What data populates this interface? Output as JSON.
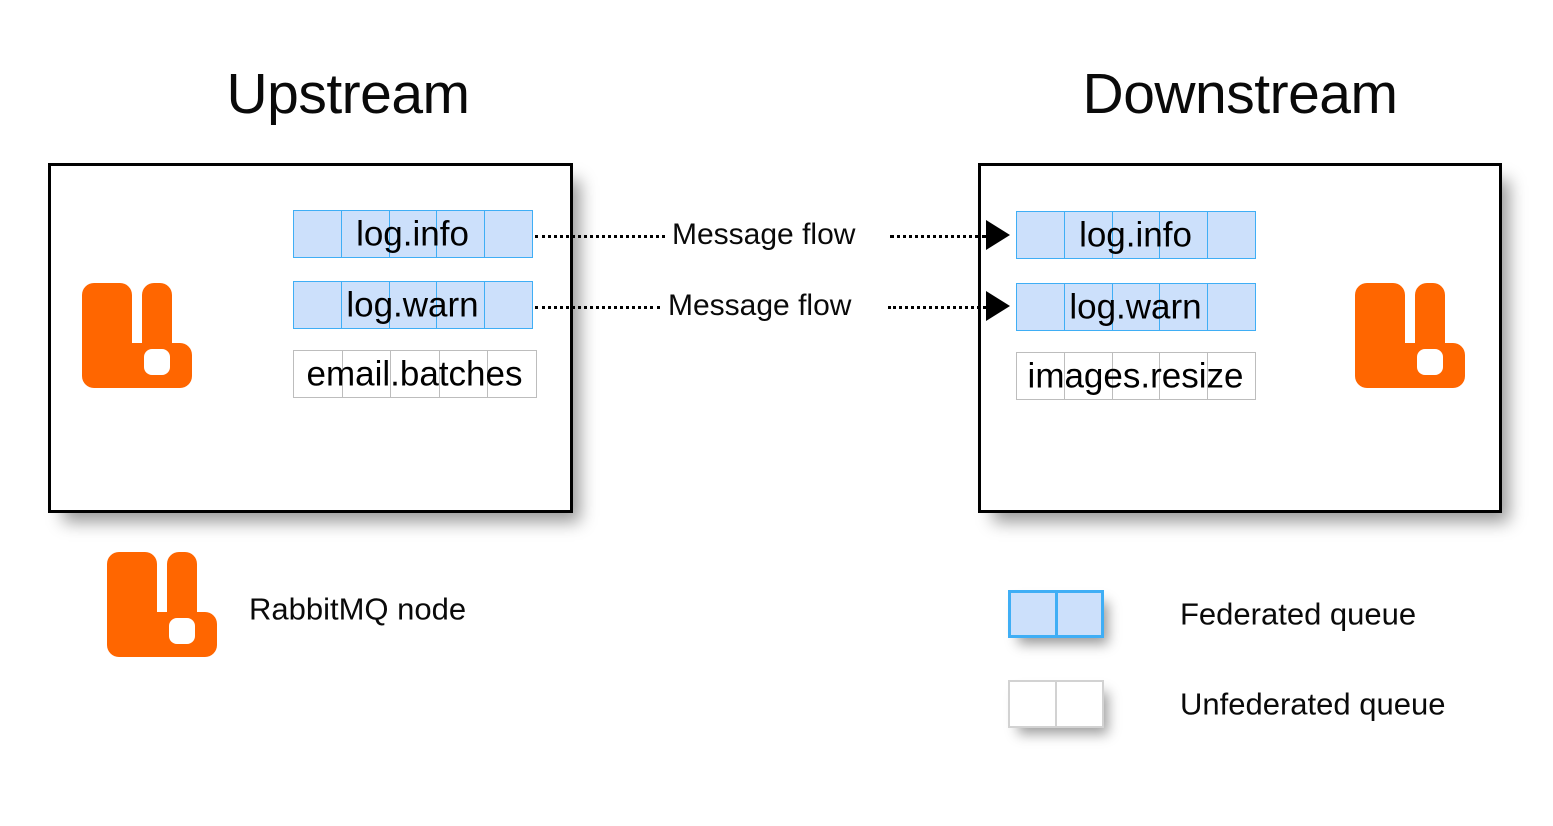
{
  "diagram": {
    "headings": {
      "upstream": "Upstream",
      "downstream": "Downstream"
    },
    "colors": {
      "rabbitmq_orange": "#ff6600",
      "federated_fill": "#cce0fb",
      "federated_border": "#3faef5",
      "unfederated_fill": "#ffffff",
      "unfederated_border": "#bdbdbd",
      "box_border": "#000000",
      "text": "#000000"
    },
    "upstream_node": {
      "logo_icon": "rabbitmq-logo-icon",
      "queues": [
        {
          "name": "log.info",
          "type": "federated",
          "cells": 5
        },
        {
          "name": "log.warn",
          "type": "federated",
          "cells": 5
        },
        {
          "name": "email.batches",
          "type": "unfederated",
          "cells": 5
        }
      ]
    },
    "downstream_node": {
      "logo_icon": "rabbitmq-logo-icon",
      "queues": [
        {
          "name": "log.info",
          "type": "federated",
          "cells": 5
        },
        {
          "name": "log.warn",
          "type": "federated",
          "cells": 5
        },
        {
          "name": "images.resize",
          "type": "unfederated",
          "cells": 5
        }
      ]
    },
    "flows": [
      {
        "label": "Message flow",
        "from_queue": "log.info",
        "to_queue": "log.info",
        "arrow_icon": "arrow-right-icon"
      },
      {
        "label": "Message flow",
        "from_queue": "log.warn",
        "to_queue": "log.warn",
        "arrow_icon": "arrow-right-icon"
      }
    ],
    "legend": [
      {
        "label": "RabbitMQ node",
        "swatch": "rabbitmq-logo-icon"
      },
      {
        "label": "Federated queue",
        "swatch": "federated-queue-swatch"
      },
      {
        "label": "Unfederated queue",
        "swatch": "unfederated-queue-swatch"
      }
    ]
  }
}
